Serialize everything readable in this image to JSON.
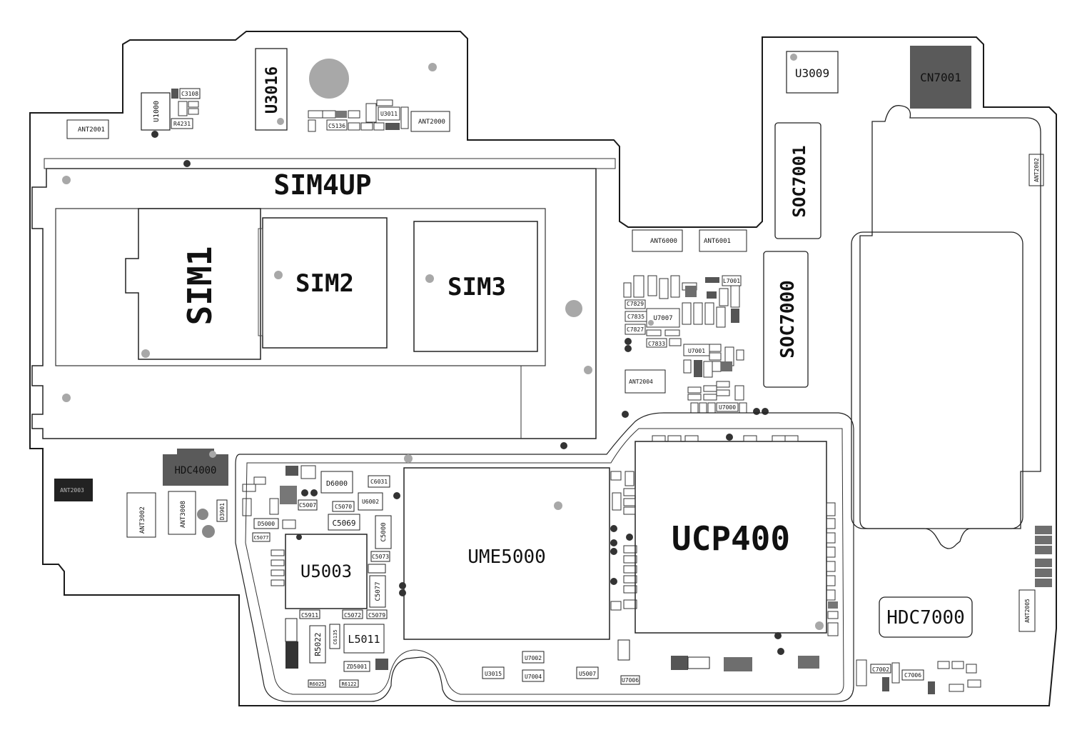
{
  "diagram": {
    "labels": {
      "sim4up": "SIM4UP",
      "sim1": "SIM1",
      "sim2": "SIM2",
      "sim3": "SIM3",
      "ucp400": "UCP400",
      "ume5000": "UME5000",
      "u5003": "U5003",
      "soc7000": "SOC7000",
      "soc7001": "SOC7001",
      "u3016": "U3016",
      "u3009": "U3009",
      "cn7001": "CN7001",
      "hdc4000": "HDC4000",
      "hdc7000": "HDC7000",
      "ant2001": "ANT2001",
      "ant2000": "ANT2000",
      "ant6000": "ANT6000",
      "ant6001": "ANT6001",
      "ant2002": "ANT2002",
      "ant2003": "ANT2003",
      "ant2004": "ANT2004",
      "ant3002": "ANT3002",
      "ant3008": "ANT3008",
      "ant2005": "ANT2005",
      "u1000": "U1000",
      "c3108": "C3108",
      "r4231": "R4231",
      "u3011": "U3011",
      "c5136": "C5136",
      "l7001": "L7001",
      "u7007": "U7007",
      "u7001": "U7001",
      "u7000": "U7000",
      "c7829": "C7829",
      "c7835": "C7835",
      "c7827": "C7827",
      "c7833": "C7833",
      "d6000": "D6000",
      "c6031": "C6031",
      "u6002": "U6002",
      "c5069": "C5069",
      "c5073": "C5073",
      "c5070": "C5070",
      "c5007": "C5007",
      "c5000": "C5000",
      "c5077": "C5077",
      "d5000": "D5000",
      "c5911": "C5911",
      "c5072": "C5072",
      "c5079": "C5079",
      "l5011": "L5011",
      "r5022": "R5022",
      "c6135": "C6135",
      "zd5001": "ZD5001",
      "r6025": "R6025",
      "r6122": "R6122",
      "u3015": "U3015",
      "u7002": "U7002",
      "u7004": "U7004",
      "u5007": "U5007",
      "u7006": "U7006",
      "c7002": "C7002",
      "c7006": "C7006",
      "d3901": "D3901"
    },
    "colors": {
      "outline": "#1a1a1a",
      "dark_chip": "#555555",
      "mid_chip": "#6e6e6e",
      "dot": "#a8a8a8",
      "pad": "#444444"
    }
  }
}
